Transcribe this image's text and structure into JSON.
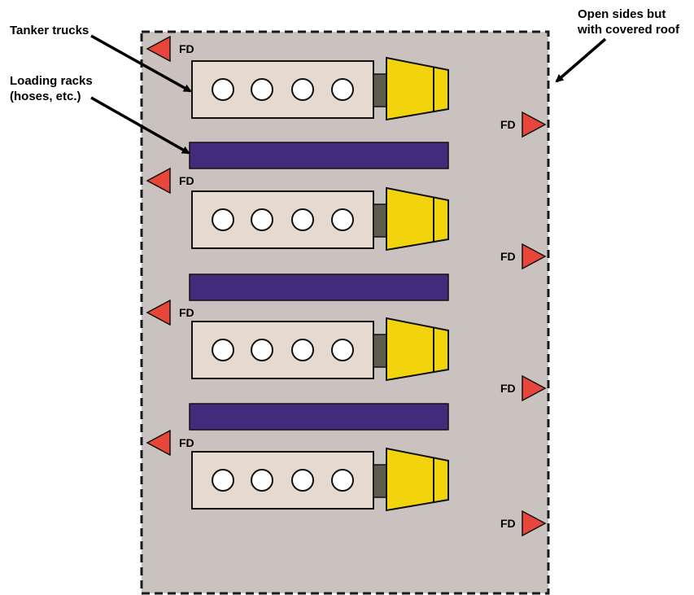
{
  "labels": {
    "tanker_trucks": "Tanker trucks",
    "loading_racks_line1": "Loading racks",
    "loading_racks_line2": "(hoses, etc.)",
    "open_sides_line1": "Open sides but",
    "open_sides_line2": "with covered roof"
  },
  "fire_detectors": {
    "label": "FD",
    "left_count": 4,
    "right_count": 4
  },
  "trucks": {
    "count": 4,
    "wheels_per_truck": 4
  },
  "loading_racks": {
    "count": 3
  },
  "colors": {
    "building_fill": "#c9c2be",
    "building_border": "#1a1a1a",
    "truck_body": "#e6d9cf",
    "truck_coupler": "#5c5c4c",
    "truck_cab": "#f2d40d",
    "wheel": "#ffffff",
    "rack": "#432a7a",
    "detector": "#e8453b"
  }
}
